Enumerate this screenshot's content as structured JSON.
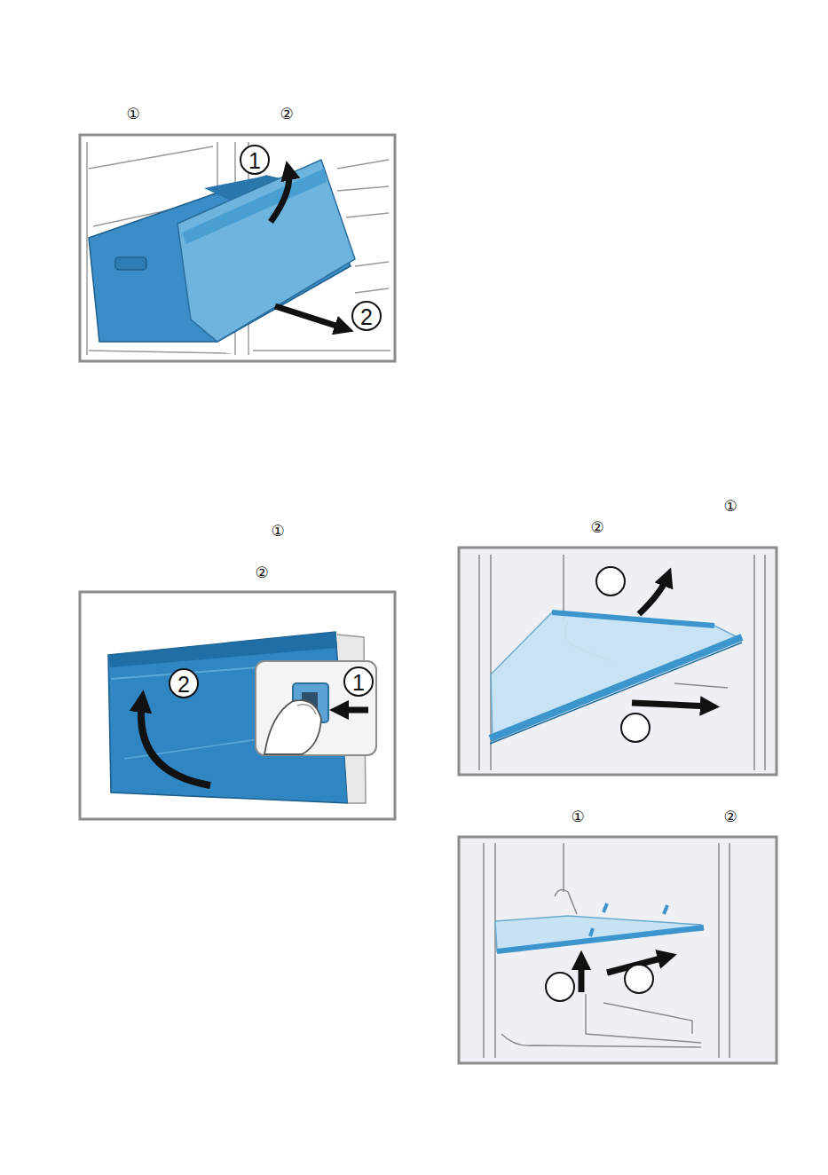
{
  "diagram": {
    "labels": [
      "①",
      "②",
      "1",
      "2",
      "①",
      "②",
      "2",
      "1",
      "①",
      "②",
      "①",
      "②"
    ]
  }
}
